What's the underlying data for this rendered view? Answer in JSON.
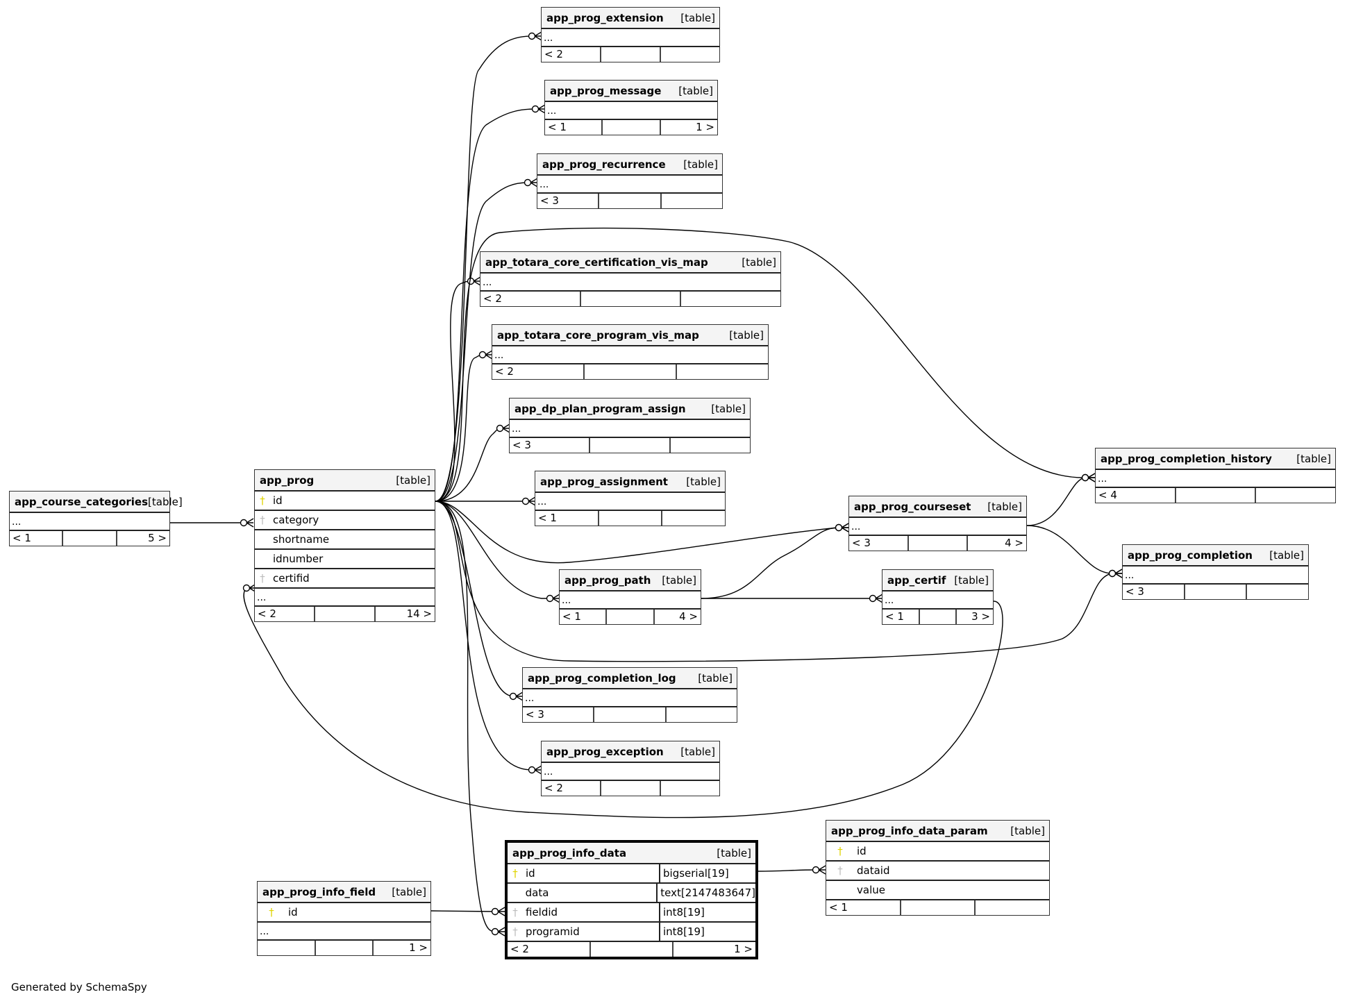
{
  "footer": "Generated by SchemaSpy",
  "type_label": "[table]",
  "more_label": "...",
  "tables": {
    "app_course_categories": {
      "name": "app_course_categories",
      "parents": "< 1",
      "children": "5 >"
    },
    "app_prog": {
      "name": "app_prog",
      "columns": [
        {
          "name": "id",
          "key": "pk"
        },
        {
          "name": "category",
          "key": "fk"
        },
        {
          "name": "shortname",
          "key": ""
        },
        {
          "name": "idnumber",
          "key": ""
        },
        {
          "name": "certifid",
          "key": "fk"
        }
      ],
      "parents": "< 2",
      "children": "14 >"
    },
    "app_prog_extension": {
      "name": "app_prog_extension",
      "parents": "< 2",
      "children": ""
    },
    "app_prog_message": {
      "name": "app_prog_message",
      "parents": "< 1",
      "children": "1 >"
    },
    "app_prog_recurrence": {
      "name": "app_prog_recurrence",
      "parents": "< 3",
      "children": ""
    },
    "app_totara_core_certification_vis_map": {
      "name": "app_totara_core_certification_vis_map",
      "parents": "< 2",
      "children": ""
    },
    "app_totara_core_program_vis_map": {
      "name": "app_totara_core_program_vis_map",
      "parents": "< 2",
      "children": ""
    },
    "app_dp_plan_program_assign": {
      "name": "app_dp_plan_program_assign",
      "parents": "< 3",
      "children": ""
    },
    "app_prog_assignment": {
      "name": "app_prog_assignment",
      "parents": "< 1",
      "children": ""
    },
    "app_prog_courseset": {
      "name": "app_prog_courseset",
      "parents": "< 3",
      "children": "4 >"
    },
    "app_prog_path": {
      "name": "app_prog_path",
      "parents": "< 1",
      "children": "4 >"
    },
    "app_certif": {
      "name": "app_certif",
      "parents": "< 1",
      "children": "3 >"
    },
    "app_prog_completion_history": {
      "name": "app_prog_completion_history",
      "parents": "< 4",
      "children": ""
    },
    "app_prog_completion": {
      "name": "app_prog_completion",
      "parents": "< 3",
      "children": ""
    },
    "app_prog_completion_log": {
      "name": "app_prog_completion_log",
      "parents": "< 3",
      "children": ""
    },
    "app_prog_exception": {
      "name": "app_prog_exception",
      "parents": "< 2",
      "children": ""
    },
    "app_prog_info_data": {
      "name": "app_prog_info_data",
      "columns": [
        {
          "name": "id",
          "key": "pk",
          "type": "bigserial[19]"
        },
        {
          "name": "data",
          "key": "",
          "type": "text[2147483647]"
        },
        {
          "name": "fieldid",
          "key": "fk",
          "type": "int8[19]"
        },
        {
          "name": "programid",
          "key": "fk",
          "type": "int8[19]"
        }
      ],
      "parents": "< 2",
      "children": "1 >"
    },
    "app_prog_info_data_param": {
      "name": "app_prog_info_data_param",
      "columns": [
        {
          "name": "id",
          "key": "pk"
        },
        {
          "name": "dataid",
          "key": "fk"
        },
        {
          "name": "value",
          "key": ""
        }
      ],
      "parents": "< 1",
      "children": ""
    },
    "app_prog_info_field": {
      "name": "app_prog_info_field",
      "columns": [
        {
          "name": "id",
          "key": "pk"
        }
      ],
      "parents": "",
      "children": "1 >"
    }
  },
  "relationships": [
    {
      "from": "app_course_categories",
      "to": "app_prog.category"
    },
    {
      "from": "app_prog.id",
      "to": "app_prog_extension"
    },
    {
      "from": "app_prog.id",
      "to": "app_prog_message"
    },
    {
      "from": "app_prog.id",
      "to": "app_prog_recurrence"
    },
    {
      "from": "app_prog.id",
      "to": "app_totara_core_certification_vis_map"
    },
    {
      "from": "app_prog.id",
      "to": "app_totara_core_program_vis_map"
    },
    {
      "from": "app_prog.id",
      "to": "app_dp_plan_program_assign"
    },
    {
      "from": "app_prog.id",
      "to": "app_prog_assignment"
    },
    {
      "from": "app_prog.id",
      "to": "app_prog_courseset"
    },
    {
      "from": "app_prog.id",
      "to": "app_prog_path"
    },
    {
      "from": "app_prog.id",
      "to": "app_prog_completion_history"
    },
    {
      "from": "app_prog.id",
      "to": "app_prog_completion"
    },
    {
      "from": "app_prog.id",
      "to": "app_prog_completion_log"
    },
    {
      "from": "app_prog.id",
      "to": "app_prog_exception"
    },
    {
      "from": "app_prog.id",
      "to": "app_prog_info_data.programid"
    },
    {
      "from": "app_prog_path",
      "to": "app_prog_courseset"
    },
    {
      "from": "app_prog_path",
      "to": "app_certif"
    },
    {
      "from": "app_certif",
      "to": "app_prog.certifid"
    },
    {
      "from": "app_prog_courseset",
      "to": "app_prog_completion_history"
    },
    {
      "from": "app_prog_courseset",
      "to": "app_prog_completion"
    },
    {
      "from": "app_prog_info_field.id",
      "to": "app_prog_info_data.fieldid"
    },
    {
      "from": "app_prog_info_data.id",
      "to": "app_prog_info_data_param.dataid"
    }
  ]
}
